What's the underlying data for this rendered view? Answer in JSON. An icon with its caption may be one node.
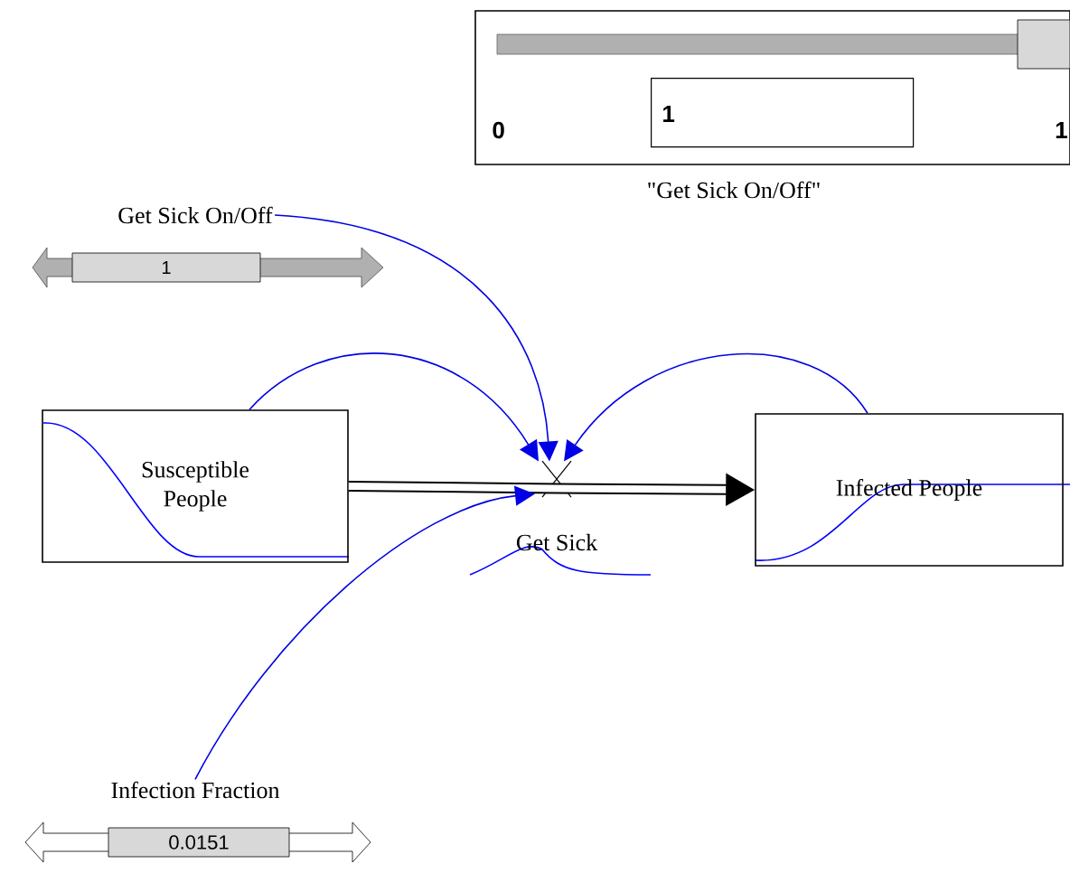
{
  "diagram": {
    "nodes": [
      {
        "text": [
          "Susceptible People"
        ]
      },
      {
        "text": [
          "Get Sick"
        ]
      },
      {
        "text": [
          "Infected People"
        ]
      },
      {
        "text": [
          "Get Sick On/Off",
          "1"
        ]
      },
      {
        "text": [
          "Infection Fraction",
          "0.0151"
        ]
      },
      {
        "text": [
          "1",
          "0",
          "1",
          "\"Get Sick On/Off\""
        ]
      }
    ],
    "edges": [
      {
        "from": 0,
        "to": 1,
        "arrow": "none",
        "style": "thick",
        "color": "#000000"
      },
      {
        "from": 1,
        "to": 2,
        "arrow": "to",
        "style": "thick",
        "color": "#000000"
      },
      {
        "from": 3,
        "to": 1,
        "arrow": "to"
      },
      {
        "from": 0,
        "to": 1,
        "arrow": "to"
      },
      {
        "from": 2,
        "to": 1,
        "arrow": "to"
      },
      {
        "from": 4,
        "to": 1,
        "arrow": "to"
      }
    ]
  }
}
